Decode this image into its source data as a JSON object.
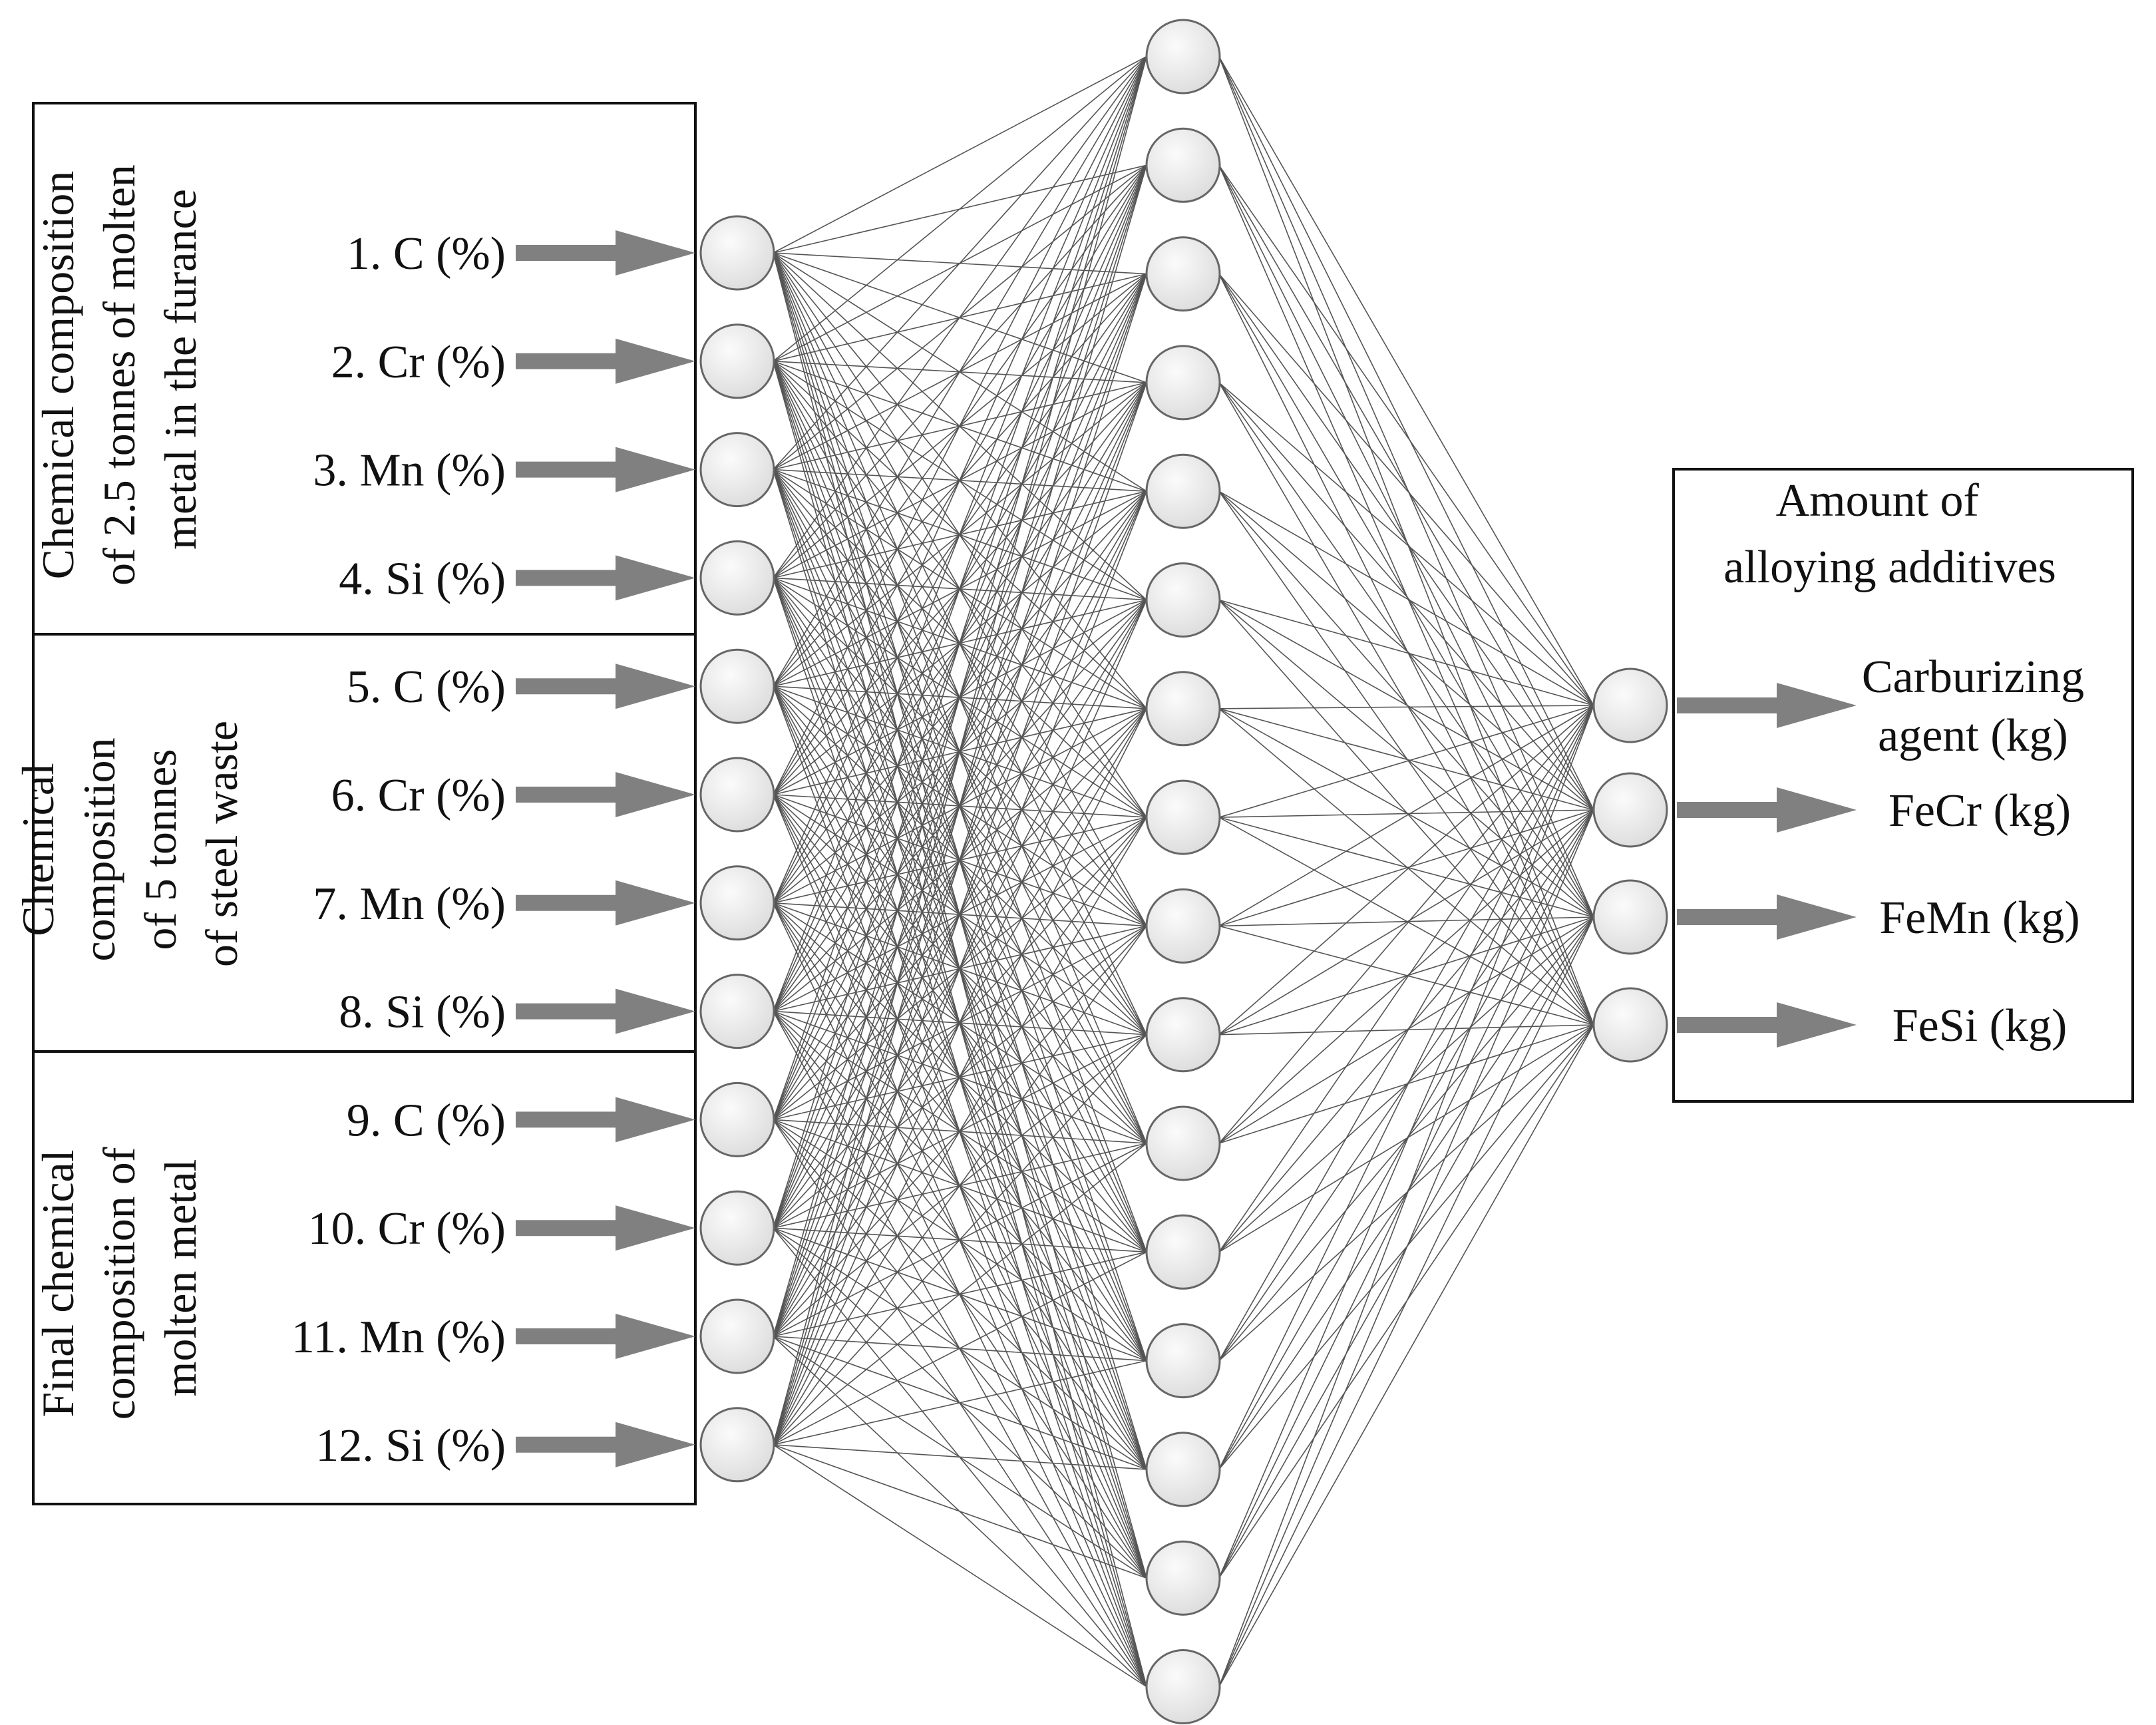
{
  "input_groups": [
    {
      "lines": [
        "Chemical composition",
        "of 2.5 tonnes of molten",
        "metal in the furance"
      ]
    },
    {
      "lines": [
        "Chemical",
        "composition",
        "of 5 tonnes",
        "of steel waste"
      ]
    },
    {
      "lines": [
        "Final chemical",
        "composition of",
        "molten metal"
      ]
    }
  ],
  "inputs": [
    "1. C (%)",
    "2. Cr (%)",
    "3. Mn (%)",
    "4. Si (%)",
    "5. C (%)",
    "6. Cr (%)",
    "7. Mn (%)",
    "8. Si (%)",
    "9. C (%)",
    "10. Cr (%)",
    "11. Mn (%)",
    "12. Si (%)"
  ],
  "hidden_neuron_count": 16,
  "output_box": {
    "title_lines": [
      "Amount of",
      "alloying additives"
    ]
  },
  "outputs": [
    {
      "lines": [
        "Carburizing",
        "agent (kg)"
      ]
    },
    {
      "lines": [
        "FeCr (kg)"
      ]
    },
    {
      "lines": [
        "FeMn (kg)"
      ]
    },
    {
      "lines": [
        "FeSi (kg)"
      ]
    }
  ],
  "colors": {
    "neuron_fill": "#eeeeee",
    "neuron_stroke": "#666666",
    "connection": "#555555",
    "arrow": "#808080",
    "box_stroke": "#111111"
  }
}
